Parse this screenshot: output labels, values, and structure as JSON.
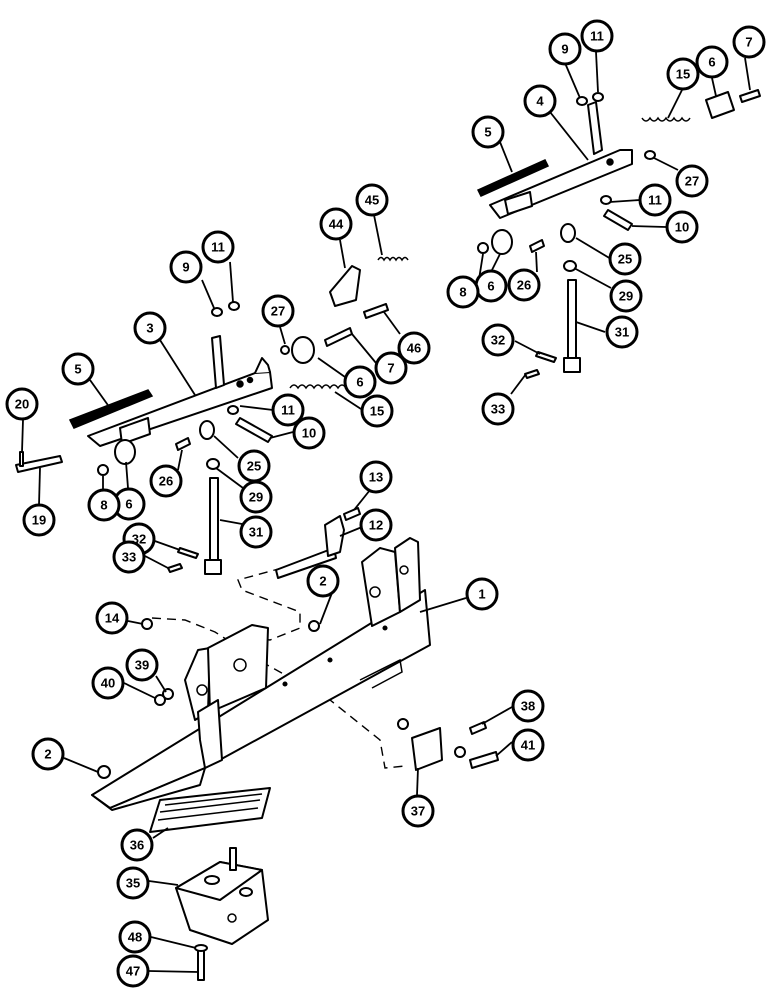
{
  "callouts": [
    {
      "id": "c1",
      "label": "1"
    },
    {
      "id": "c2a",
      "label": "2"
    },
    {
      "id": "c2b",
      "label": "2"
    },
    {
      "id": "c3",
      "label": "3"
    },
    {
      "id": "c4",
      "label": "4"
    },
    {
      "id": "c5a",
      "label": "5"
    },
    {
      "id": "c5b",
      "label": "5"
    },
    {
      "id": "c6a",
      "label": "6"
    },
    {
      "id": "c6b",
      "label": "6"
    },
    {
      "id": "c6c",
      "label": "6"
    },
    {
      "id": "c6d",
      "label": "6"
    },
    {
      "id": "c7a",
      "label": "7"
    },
    {
      "id": "c7b",
      "label": "7"
    },
    {
      "id": "c8a",
      "label": "8"
    },
    {
      "id": "c8b",
      "label": "8"
    },
    {
      "id": "c9a",
      "label": "9"
    },
    {
      "id": "c9b",
      "label": "9"
    },
    {
      "id": "c10a",
      "label": "10"
    },
    {
      "id": "c10b",
      "label": "10"
    },
    {
      "id": "c11a",
      "label": "11"
    },
    {
      "id": "c11b",
      "label": "11"
    },
    {
      "id": "c11c",
      "label": "11"
    },
    {
      "id": "c11d",
      "label": "11"
    },
    {
      "id": "c12",
      "label": "12"
    },
    {
      "id": "c13",
      "label": "13"
    },
    {
      "id": "c14",
      "label": "14"
    },
    {
      "id": "c15a",
      "label": "15"
    },
    {
      "id": "c15b",
      "label": "15"
    },
    {
      "id": "c19",
      "label": "19"
    },
    {
      "id": "c20",
      "label": "20"
    },
    {
      "id": "c25a",
      "label": "25"
    },
    {
      "id": "c25b",
      "label": "25"
    },
    {
      "id": "c26a",
      "label": "26"
    },
    {
      "id": "c26b",
      "label": "26"
    },
    {
      "id": "c27a",
      "label": "27"
    },
    {
      "id": "c27b",
      "label": "27"
    },
    {
      "id": "c29a",
      "label": "29"
    },
    {
      "id": "c29b",
      "label": "29"
    },
    {
      "id": "c31a",
      "label": "31"
    },
    {
      "id": "c31b",
      "label": "31"
    },
    {
      "id": "c32a",
      "label": "32"
    },
    {
      "id": "c32b",
      "label": "32"
    },
    {
      "id": "c33a",
      "label": "33"
    },
    {
      "id": "c33b",
      "label": "33"
    },
    {
      "id": "c35",
      "label": "35"
    },
    {
      "id": "c36",
      "label": "36"
    },
    {
      "id": "c37",
      "label": "37"
    },
    {
      "id": "c38",
      "label": "38"
    },
    {
      "id": "c39",
      "label": "39"
    },
    {
      "id": "c40",
      "label": "40"
    },
    {
      "id": "c41",
      "label": "41"
    },
    {
      "id": "c44",
      "label": "44"
    },
    {
      "id": "c45",
      "label": "45"
    },
    {
      "id": "c46",
      "label": "46"
    },
    {
      "id": "c47",
      "label": "47"
    },
    {
      "id": "c48",
      "label": "48"
    }
  ]
}
